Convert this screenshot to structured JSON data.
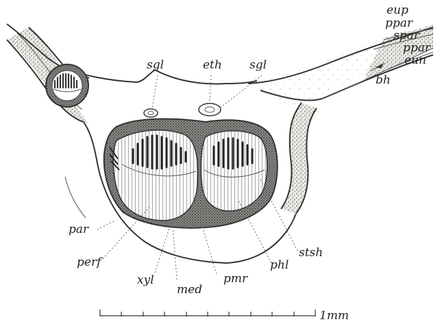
{
  "labels": {
    "eup": "eup",
    "ppar_top": "ppar",
    "spar": "spar",
    "ppar_bottom": "ppar",
    "eun": "eun",
    "bh": "bh",
    "sgl_left": "sgl",
    "eth": "eth",
    "sgl_right": "sgl",
    "par": "par",
    "perf": "perf",
    "xyl": "xyl",
    "med": "med",
    "pmr": "pmr",
    "phl": "phl",
    "stsh": "stsh"
  },
  "scale": {
    "label": "1mm"
  }
}
